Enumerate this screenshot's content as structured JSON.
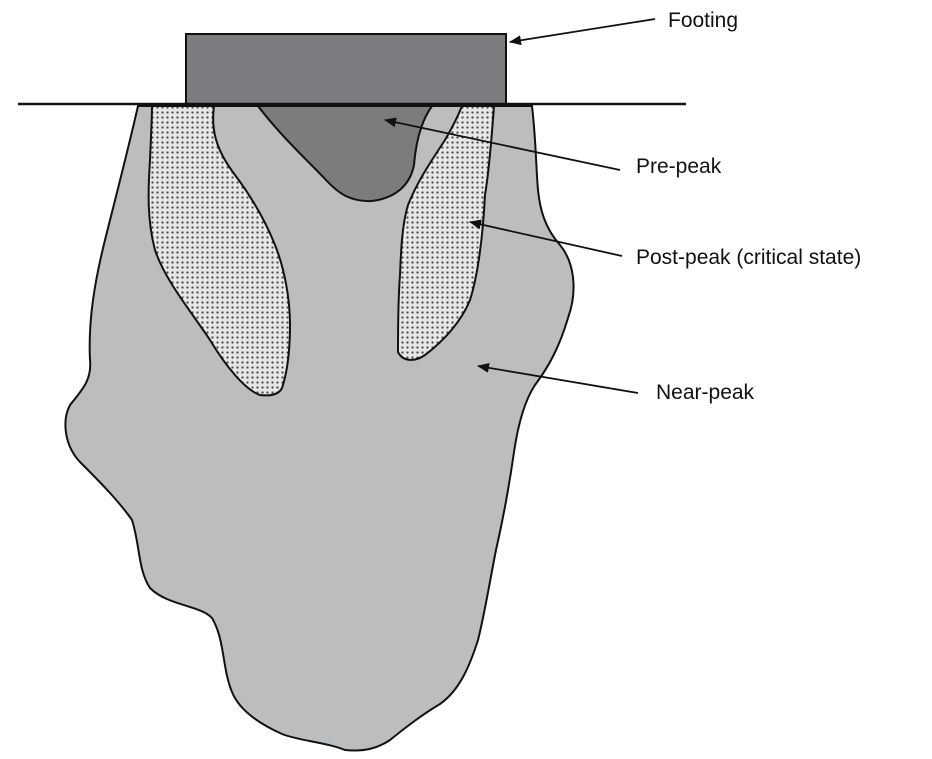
{
  "labels": {
    "footing": "Footing",
    "pre_peak": "Pre-peak",
    "post_peak": "Post-peak (critical state)",
    "near_peak": "Near-peak"
  },
  "colors": {
    "near_peak_fill": "#bbbdbf",
    "pre_peak_fill": "#7a7c7e",
    "footing_fill": "#7b7d80",
    "post_peak_fill": "#e6e7e8",
    "post_peak_dots": "#4a4a4a",
    "outline": "#111111"
  }
}
